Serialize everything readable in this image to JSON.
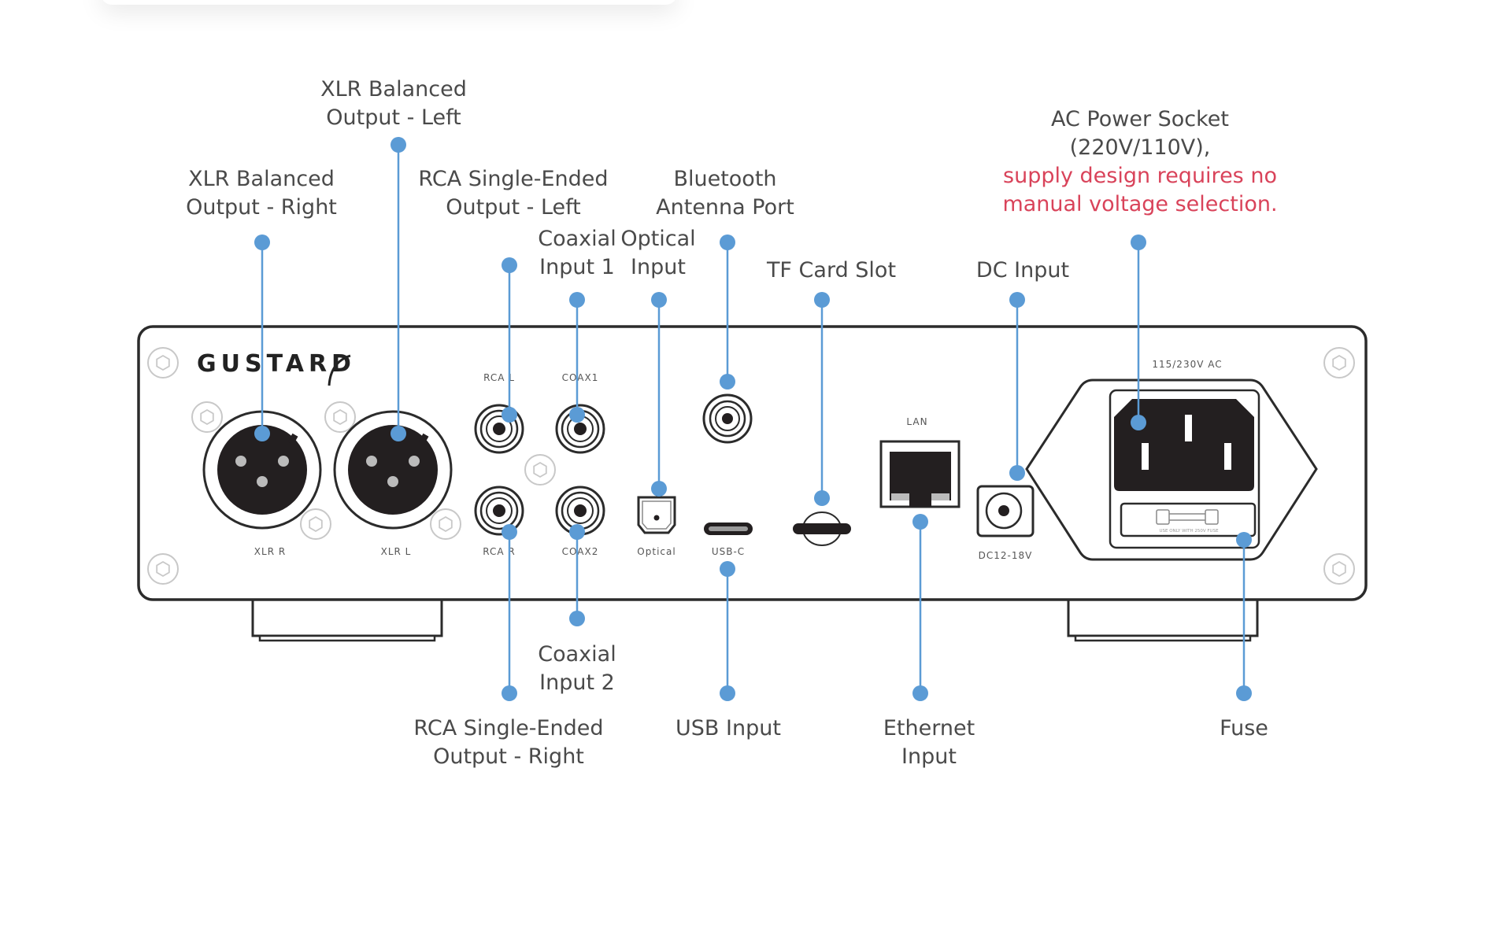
{
  "diagram": {
    "brand": "GUSTARD",
    "accent_color": "#5b9bd5",
    "warning_color": "#d9435a",
    "panel_labels": {
      "xlr_r": "XLR R",
      "xlr_l": "XLR L",
      "rca_l": "RCA L",
      "rca_r": "RCA R",
      "coax1": "COAX1",
      "coax2": "COAX2",
      "optical": "Optical",
      "usb_c": "USB-C",
      "lan": "LAN",
      "dc": "DC12-18V",
      "ac": "115/230V AC",
      "fuse_note": "USE ONLY WITH 250V FUSE"
    },
    "callouts": [
      {
        "id": "xlr-right",
        "lines": [
          "XLR Balanced",
          "Output - Right"
        ]
      },
      {
        "id": "xlr-left",
        "lines": [
          "XLR Balanced",
          "Output - Left"
        ]
      },
      {
        "id": "rca-left",
        "lines": [
          "RCA Single-Ended",
          "Output - Left"
        ]
      },
      {
        "id": "coax-1",
        "lines": [
          "Coaxial",
          "Input 1"
        ]
      },
      {
        "id": "optical",
        "lines": [
          "Optical",
          "Input"
        ]
      },
      {
        "id": "bluetooth",
        "lines": [
          "Bluetooth",
          "Antenna Port"
        ]
      },
      {
        "id": "tf-card",
        "lines": [
          "TF Card Slot"
        ]
      },
      {
        "id": "dc-input",
        "lines": [
          "DC Input"
        ]
      },
      {
        "id": "ac-power",
        "lines": [
          "AC Power Socket",
          "(220V/110V),"
        ],
        "warning_lines": [
          "supply design requires no",
          "manual voltage selection."
        ]
      },
      {
        "id": "coax-2",
        "lines": [
          "Coaxial",
          "Input 2"
        ]
      },
      {
        "id": "rca-right",
        "lines": [
          "RCA Single-Ended",
          "Output - Right"
        ]
      },
      {
        "id": "usb",
        "lines": [
          "USB Input"
        ]
      },
      {
        "id": "ethernet",
        "lines": [
          "Ethernet",
          "Input"
        ]
      },
      {
        "id": "fuse",
        "lines": [
          "Fuse"
        ]
      }
    ]
  }
}
